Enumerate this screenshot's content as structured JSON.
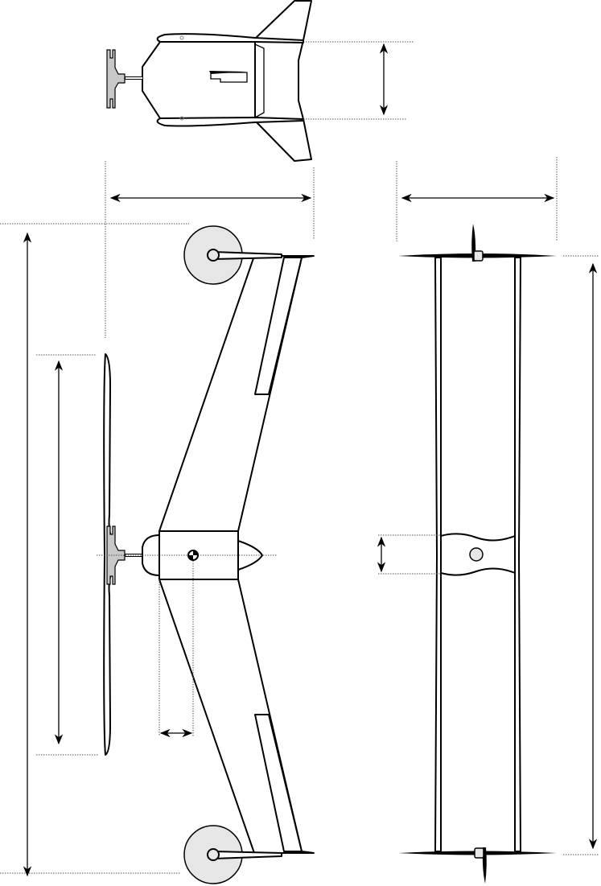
{
  "colors": {
    "line": "#000000",
    "wheel_fill": "#e6e6e6",
    "hub_fill": "#c8c8c8",
    "dimension_line": "#555555"
  },
  "views": [
    "side-view",
    "top-view",
    "front-view"
  ]
}
